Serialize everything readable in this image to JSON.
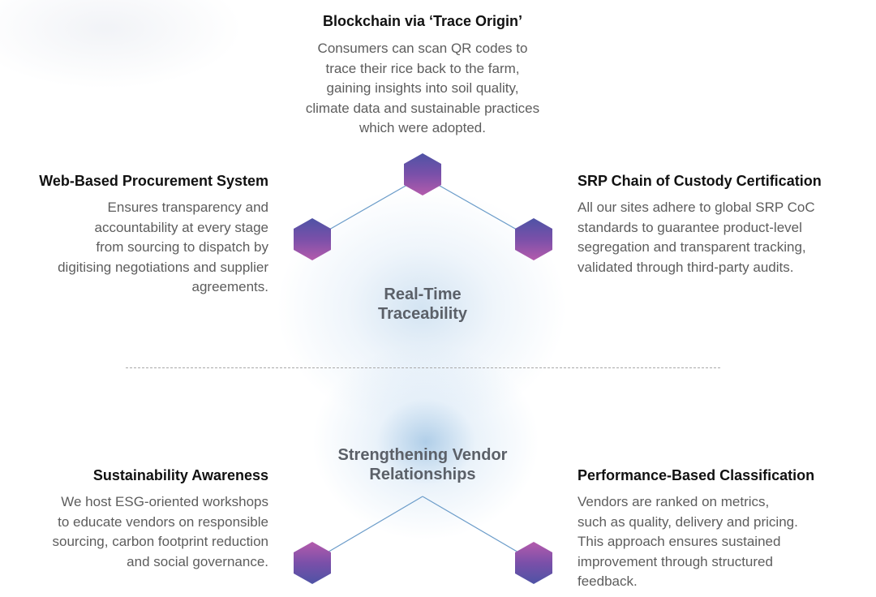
{
  "top_section": {
    "hub_label": "Real-Time\nTraceability",
    "top": {
      "title": "Blockchain via ‘Trace Origin’",
      "body": "Consumers can scan QR codes to\ntrace their rice back to the farm,\ngaining insights into soil quality,\nclimate data and sustainable practices\nwhich were adopted."
    },
    "left": {
      "title": "Web-Based Procurement System",
      "body": "Ensures transparency and\naccountability at every stage\nfrom sourcing to dispatch by\ndigitising negotiations and supplier\nagreements."
    },
    "right": {
      "title": "SRP Chain of Custody Certification",
      "body": "All our sites adhere to global SRP CoC\nstandards to guarantee product-level\nsegregation and transparent tracking,\nvalidated through third-party audits."
    }
  },
  "bottom_section": {
    "hub_label": "Strengthening Vendor\nRelationships",
    "left": {
      "title": "Sustainability Awareness",
      "body": "We host ESG-oriented workshops\nto educate vendors on responsible\nsourcing, carbon footprint reduction\nand social governance."
    },
    "right": {
      "title": "Performance-Based Classification",
      "body": "Vendors are ranked on metrics,\nsuch as quality, delivery and pricing.\nThis approach ensures sustained\nimprovement through structured\nfeedback."
    }
  },
  "colors": {
    "hex_gradient_dark": "#4e53a5",
    "hex_gradient_mid": "#7a50a9",
    "hex_gradient_light": "#b45bac",
    "connector_line": "#6b9cc9",
    "title_text": "#111111",
    "body_text": "#5d5d5d",
    "hub_text": "#5b6068"
  }
}
